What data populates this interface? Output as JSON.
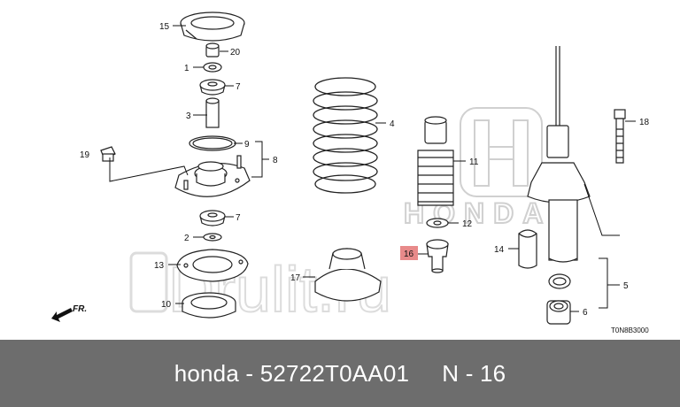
{
  "diagram": {
    "callouts": {
      "p15": "15",
      "p20": "20",
      "p1": "1",
      "p7a": "7",
      "p3": "3",
      "p9": "9",
      "p8": "8",
      "p19": "19",
      "p7b": "7",
      "p2": "2",
      "p13": "13",
      "p10": "10",
      "p17": "17",
      "p4": "4",
      "p11": "11",
      "p12": "12",
      "p16": "16",
      "p14": "14",
      "p18": "18",
      "p5": "5",
      "p6": "6"
    },
    "direction_label": "FR.",
    "diagram_code": "T0N8B3000",
    "highlight_color": "#e88a8a"
  },
  "footer": {
    "brand": "honda",
    "sep1": " - ",
    "part_number": "52722T0AA01",
    "gap": "     ",
    "position": "N - 16"
  }
}
